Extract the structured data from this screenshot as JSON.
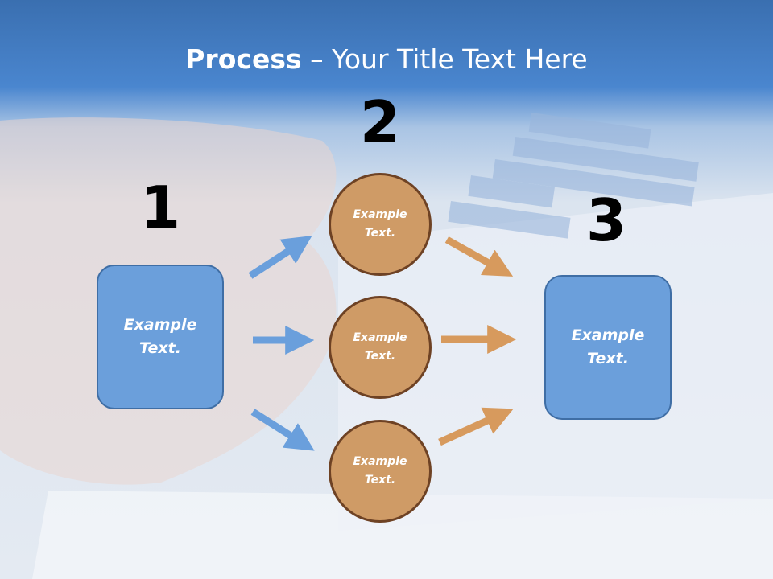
{
  "title": {
    "bold": "Process",
    "rest": " – Your Title Text Here"
  },
  "steps": [
    {
      "number": "1",
      "label_line1": "Example",
      "label_line2": "Text."
    },
    {
      "number": "2",
      "label_line1": "Example",
      "label_line2": "Text."
    },
    {
      "number": "3",
      "label_line1": "Example",
      "label_line2": "Text."
    }
  ],
  "circles": [
    {
      "label_line1": "Example",
      "label_line2": "Text."
    },
    {
      "label_line1": "Example",
      "label_line2": "Text."
    },
    {
      "label_line1": "Example",
      "label_line2": "Text."
    }
  ],
  "colors": {
    "box": "#6b9fdb",
    "circle": "#cf9b66",
    "arrow_blue": "#6a9fdc",
    "arrow_orange": "#d79a5d",
    "header": "#3f7bc4"
  }
}
